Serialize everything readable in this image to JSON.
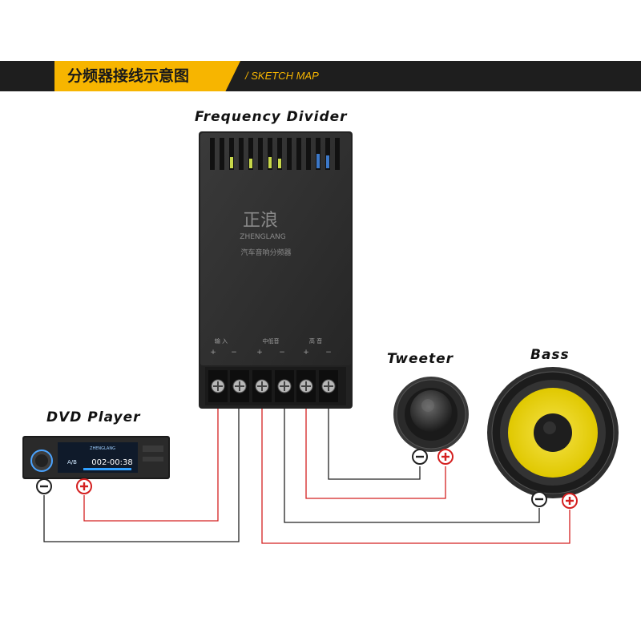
{
  "header": {
    "title": "分频器接线示意图",
    "subtitle": "/ SKETCH MAP",
    "bar_color": "#1e1e1e",
    "accent_color": "#f7b500"
  },
  "labels": {
    "divider": "Frequency Divider",
    "tweeter": "Tweeter",
    "bass": "Bass",
    "dvd": "DVD Player"
  },
  "divider": {
    "brand_cn": "正浪",
    "brand_en": "ZHENGLANG",
    "subtitle_cn": "汽车音响分频器",
    "groups": [
      "输 入",
      "中低音",
      "高 音"
    ],
    "polarity": [
      "+",
      "−",
      "+",
      "−",
      "+",
      "−"
    ]
  },
  "dvd_screen": {
    "brand": "ZHENGLANG",
    "time": "002-00:38",
    "side": "A/B"
  },
  "wires": {
    "positive_color": "#d42020",
    "negative_color": "#222222"
  }
}
